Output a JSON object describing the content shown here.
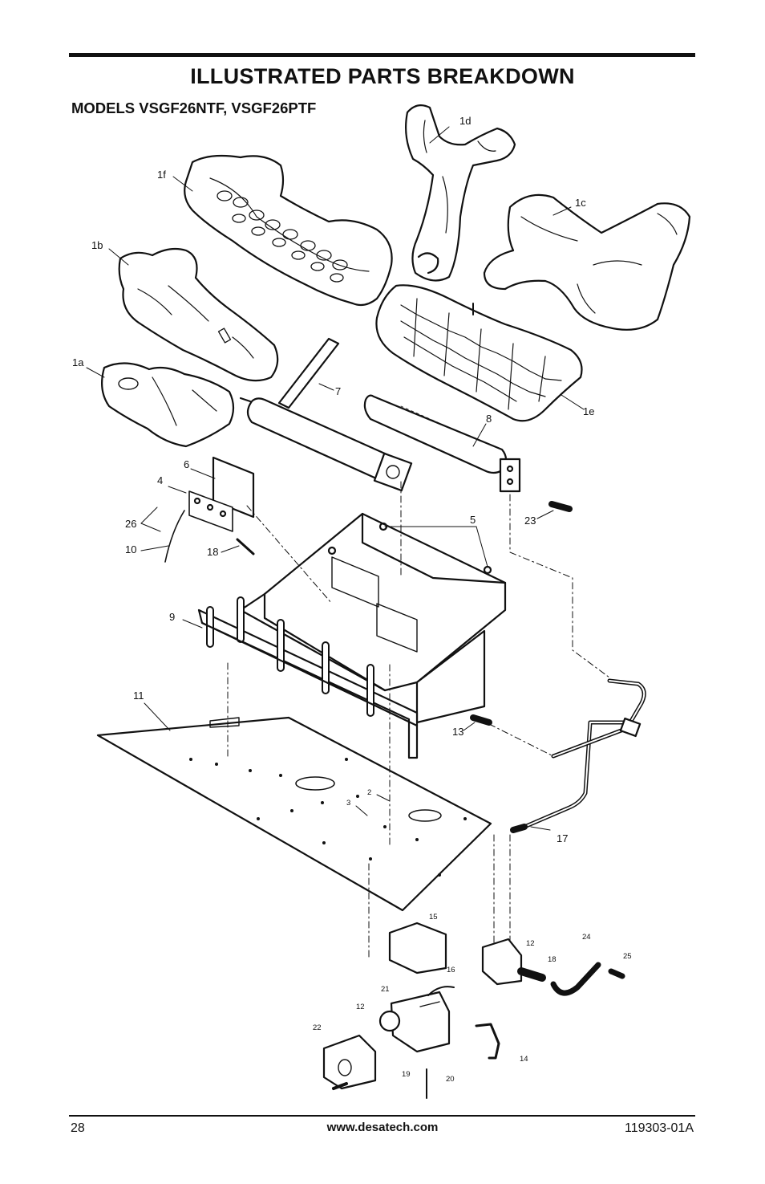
{
  "header": {
    "title": "ILLUSTRATED PARTS BREAKDOWN",
    "subtitle": "MODELS VSGF26NTF, VSGF26PTF"
  },
  "labels": {
    "l1d": "1d",
    "l1f": "1f",
    "l1c": "1c",
    "l1b": "1b",
    "l1a": "1a",
    "l1e": "1e",
    "l7": "7",
    "l8": "8",
    "l6": "6",
    "l4": "4",
    "l5": "5",
    "l23": "23",
    "l26": "26",
    "l10": "10",
    "l18a": "18",
    "l9": "9",
    "l11": "11",
    "l13": "13",
    "l2": "2",
    "l3": "3",
    "l17": "17",
    "l15": "15",
    "l12a": "12",
    "l24": "24",
    "l18b": "18",
    "l25": "25",
    "l16": "16",
    "l21": "21",
    "l12b": "12",
    "l22": "22",
    "l14": "14",
    "l19": "19",
    "l20": "20"
  },
  "footer": {
    "page_number": "28",
    "website": "www.desatech.com",
    "doc_number": "119303-01A"
  }
}
